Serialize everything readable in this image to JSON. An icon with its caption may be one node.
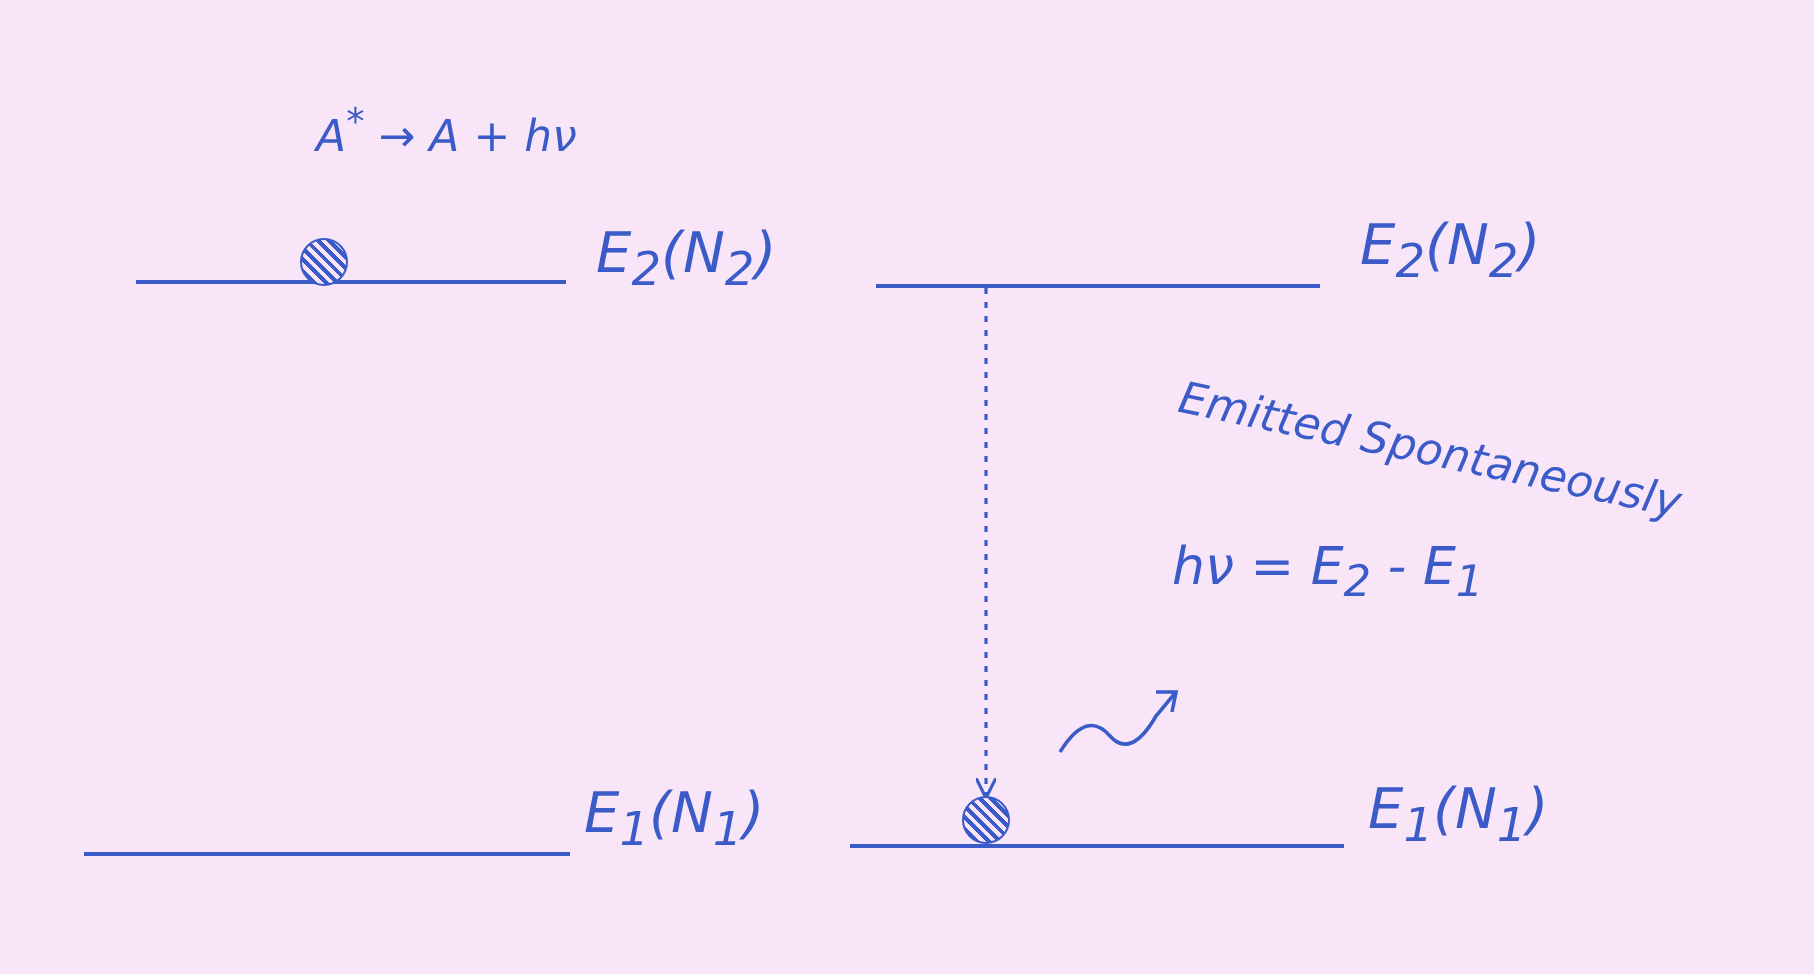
{
  "diagram": {
    "nodes": [
      {
        "text": [],
        "shape": "bar",
        "beside": [
          "E$_{2}$(N$_{2}$)"
        ]
      },
      {
        "text": [],
        "shape": "circle"
      },
      {
        "text": [],
        "shape": "bar",
        "beside": [
          "E$_{2}$(N$_{2}$)"
        ]
      },
      {
        "text": [],
        "shape": "bar",
        "beside": [
          "E$_{1}$(N$_{1}$)"
        ]
      },
      {
        "text": [],
        "shape": "bar",
        "beside": [
          "E$_{1}$(N$_{1}$)"
        ]
      },
      {
        "text": [],
        "shape": "circle"
      }
    ],
    "edges": [
      {
        "from": 2,
        "to": 5,
        "arrow": "to",
        "style": "dashed"
      }
    ],
    "labels": [
      "A$^{*}$ → A + hν",
      "Emitted Spontaneously",
      "hν = E$_{2}$ - E$_{1}$"
    ]
  }
}
